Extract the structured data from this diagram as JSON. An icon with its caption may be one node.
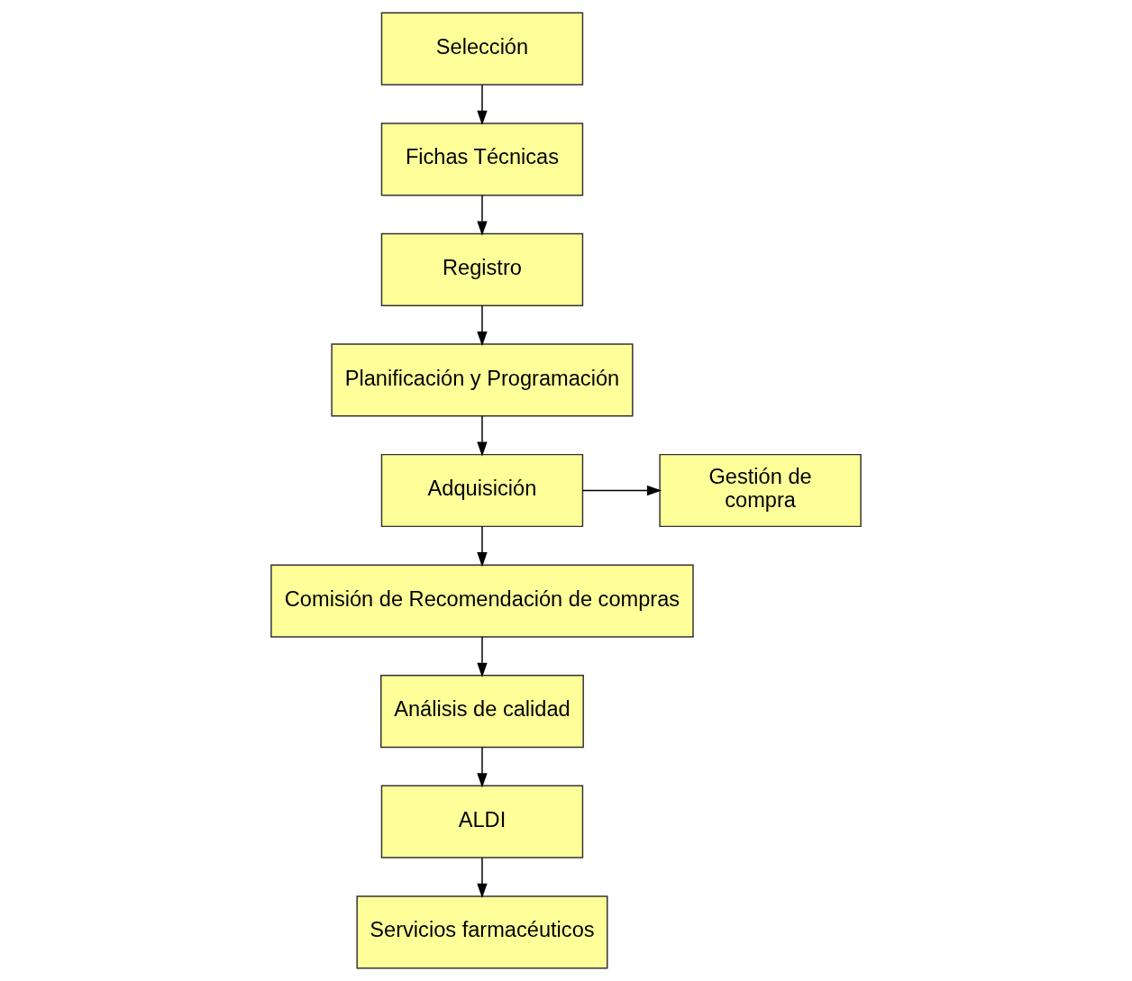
{
  "diagram": {
    "nodes": [
      {
        "text": [
          "Selección"
        ]
      },
      {
        "text": [
          "Fichas Técnicas"
        ]
      },
      {
        "text": [
          "Registro"
        ]
      },
      {
        "text": [
          "Planificación y Programación"
        ]
      },
      {
        "text": [
          "Adquisición"
        ]
      },
      {
        "text": [
          "Gestión de compra"
        ]
      },
      {
        "text": [
          "Comisión de Recomendación de compras"
        ]
      },
      {
        "text": [
          "Análisis de calidad"
        ]
      },
      {
        "text": [
          "ALDI"
        ]
      },
      {
        "text": [
          "Servicios farmacéuticos"
        ]
      }
    ],
    "edges": [
      {
        "from": 0,
        "to": 1,
        "arrow": "to"
      },
      {
        "from": 1,
        "to": 2,
        "arrow": "to"
      },
      {
        "from": 2,
        "to": 3,
        "arrow": "to"
      },
      {
        "from": 3,
        "to": 4,
        "arrow": "to"
      },
      {
        "from": 4,
        "to": 5,
        "arrow": "to"
      },
      {
        "from": 4,
        "to": 6,
        "arrow": "to"
      },
      {
        "from": 6,
        "to": 7,
        "arrow": "to"
      },
      {
        "from": 7,
        "to": 8,
        "arrow": "to"
      },
      {
        "from": 8,
        "to": 9,
        "arrow": "to"
      }
    ]
  }
}
